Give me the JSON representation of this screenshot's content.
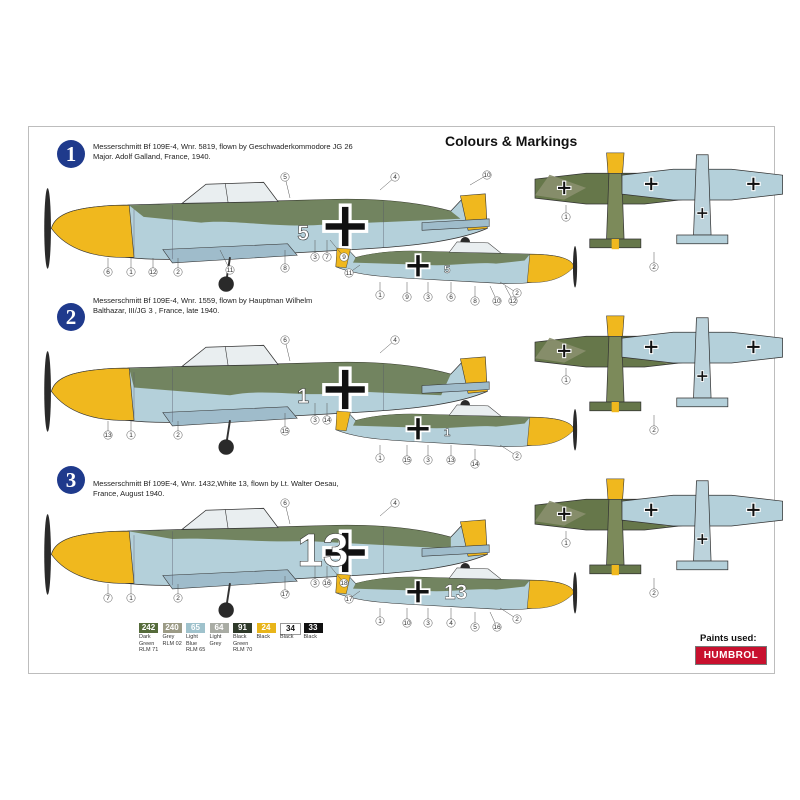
{
  "heading": "Colours & Markings",
  "schemes": [
    {
      "number": "1",
      "caption_lines": [
        "Messerschmitt Bf 109E-4, Wnr. 5819, flown by Geschwaderkommodore JG 26",
        "Major. Adolf Galland,  France, 1940."
      ],
      "fuselage_marking": "5",
      "callouts_side": [
        "1",
        "2",
        "3",
        "4",
        "5",
        "6",
        "7",
        "8",
        "9",
        "10",
        "11",
        "12"
      ],
      "callouts_small": [
        "1",
        "2",
        "3",
        "6",
        "8",
        "9",
        "10",
        "11",
        "12"
      ],
      "callouts_plan": [
        "1",
        "2"
      ]
    },
    {
      "number": "2",
      "caption_lines": [
        "Messerschmitt Bf 109E-4, Wnr. 1559, flown by Hauptman Wilhelm",
        "Balthazar, III/JG 3 , France, late 1940."
      ],
      "fuselage_marking": "1",
      "callouts_side": [
        "1",
        "2",
        "3",
        "4",
        "6",
        "13",
        "14",
        "15"
      ],
      "callouts_small": [
        "1",
        "2",
        "3",
        "13",
        "14",
        "15"
      ],
      "callouts_plan": [
        "1",
        "2"
      ]
    },
    {
      "number": "3",
      "caption_lines": [
        "Messerschmitt Bf 109E-4, Wnr. 1432,White 13, flown by Lt. Walter Oesau,",
        "France, August 1940."
      ],
      "fuselage_marking": "13",
      "callouts_side": [
        "1",
        "2",
        "3",
        "4",
        "6",
        "7",
        "16",
        "17",
        "18"
      ],
      "callouts_small": [
        "1",
        "2",
        "3",
        "4",
        "5",
        "10",
        "16",
        "17"
      ],
      "callouts_plan": [
        "1",
        "2"
      ]
    }
  ],
  "paints": [
    {
      "code": "242",
      "label": "Dark Green RLM 71",
      "color": "#556b3a"
    },
    {
      "code": "240",
      "label": "Grey RLM 02",
      "color": "#9c9b86"
    },
    {
      "code": "65",
      "label": "Light Blue RLM 65",
      "color": "#9fc2cc"
    },
    {
      "code": "64",
      "label": "Light Grey",
      "color": "#a9aca4"
    },
    {
      "code": "91",
      "label": "Black Green RLM 70",
      "color": "#2f3a2a"
    },
    {
      "code": "24",
      "label": "Black",
      "color": "#e8b51a"
    },
    {
      "code": "34",
      "label": "Black",
      "color": "#ffffff"
    },
    {
      "code": "33",
      "label": "Black",
      "color": "#111111"
    }
  ],
  "paints_used_label": "Paints used:",
  "brand": "HUMBROL",
  "colors": {
    "badge": "#1f3a8c",
    "yellow": "#f0b81e",
    "light_blue": "#b4d0da",
    "green": "#66774a",
    "dark": "#2a2a2a"
  }
}
